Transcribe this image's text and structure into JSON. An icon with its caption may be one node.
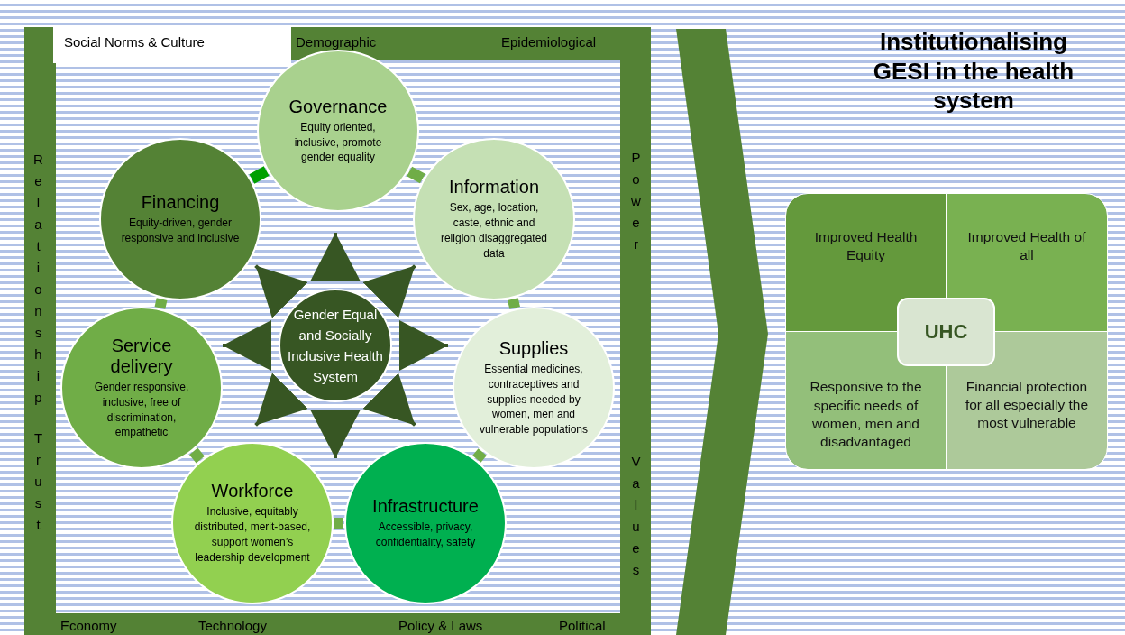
{
  "diagram": {
    "title": "Institutionalising GESI in the health system",
    "nodes": [
      {
        "text": [
          "Governance",
          "Equity oriented, inclusive, promote gender equality"
        ]
      },
      {
        "text": [
          "Information",
          "Sex, age, location, caste, ethnic and religion disaggregated data"
        ]
      },
      {
        "text": [
          "Supplies",
          "Essential medicines, contraceptives and supplies needed by women, men and vulnerable populations"
        ]
      },
      {
        "text": [
          "Infrastructure",
          "Accessible, privacy, confidentiality, safety"
        ]
      },
      {
        "text": [
          "Workforce",
          "Inclusive, equitably distributed,  merit-based, support women’s leadership development"
        ]
      },
      {
        "text": [
          "Service delivery",
          "Gender responsive, inclusive, free of discrimination, empathetic"
        ]
      },
      {
        "text": [
          "Financing",
          "Equity-driven, gender responsive and inclusive"
        ]
      },
      {
        "text": [
          "Gender Equal and Socially Inclusive Health System"
        ]
      },
      {
        "text": [
          "Improved Health Equity"
        ]
      },
      {
        "text": [
          "Improved Health of all"
        ]
      },
      {
        "text": [
          "Responsive to the specific needs of women, men and disadvantaged"
        ]
      },
      {
        "text": [
          "Financial protection for all especially the most vulnerable"
        ]
      },
      {
        "text": [
          "UHC"
        ]
      }
    ],
    "edges": [
      {
        "from": 0,
        "to": 1,
        "arrow": "none",
        "style": "thick"
      },
      {
        "from": 1,
        "to": 2,
        "arrow": "none",
        "style": "thick"
      },
      {
        "from": 2,
        "to": 3,
        "arrow": "none",
        "style": "thick"
      },
      {
        "from": 3,
        "to": 4,
        "arrow": "none",
        "style": "thick"
      },
      {
        "from": 4,
        "to": 5,
        "arrow": "none",
        "style": "thick"
      },
      {
        "from": 5,
        "to": 6,
        "arrow": "none",
        "style": "thick"
      },
      {
        "from": 6,
        "to": 0,
        "arrow": "none",
        "style": "thick",
        "color": "#00a000"
      },
      {
        "from": 7,
        "to": 0,
        "arrow": "to"
      },
      {
        "from": 7,
        "to": 1,
        "arrow": "to"
      },
      {
        "from": 7,
        "to": 2,
        "arrow": "to"
      },
      {
        "from": 7,
        "to": 3,
        "arrow": "to"
      },
      {
        "from": 7,
        "to": 3,
        "arrow": "to"
      },
      {
        "from": 7,
        "to": 4,
        "arrow": "to"
      },
      {
        "from": 7,
        "to": 5,
        "arrow": "to"
      },
      {
        "from": 7,
        "to": 6,
        "arrow": "to"
      }
    ],
    "labels": [
      "Social Norms & Culture",
      "Demographic",
      "Epidemiological",
      "Relationship",
      "Power",
      "Trust",
      "Values",
      "Economy",
      "Technology",
      "Policy & Laws",
      "Political"
    ]
  }
}
